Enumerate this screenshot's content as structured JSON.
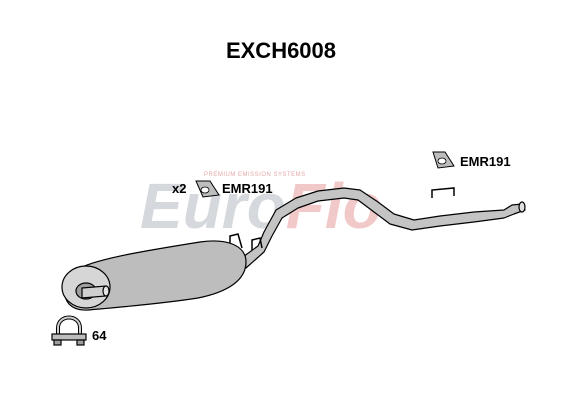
{
  "title": "EXCH6008",
  "watermark": {
    "brand": "EuroFlo",
    "tagline": "PREMIUM EMISSION SYSTEMS",
    "colors": {
      "euro": "#d5d8dc",
      "flo": "#f2c9c9"
    }
  },
  "parts": {
    "mount_left": {
      "qty": "x2",
      "code": "EMR191",
      "icon": "rubber-hanger-icon"
    },
    "mount_right": {
      "code": "EMR191",
      "icon": "rubber-hanger-icon"
    },
    "clamp": {
      "code": "64",
      "icon": "u-bolt-clamp-icon"
    }
  },
  "colors": {
    "part_fill": "#bdbdbd",
    "part_light": "#d9d9d9",
    "outline": "#000000"
  }
}
